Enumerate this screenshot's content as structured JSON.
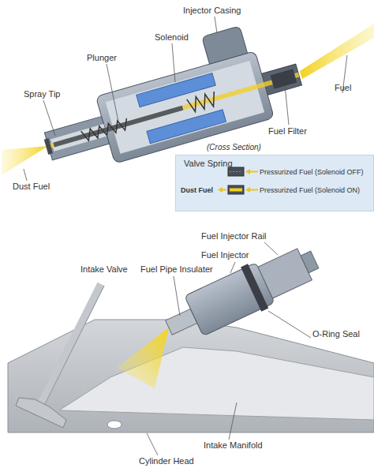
{
  "diagram": {
    "nodes": [
      {
        "text": [
          "Valve Spring",
          "Pressurized Fuel (Solenoid OFF)",
          "Dust Fuel",
          "Pressurized Fuel (Solenoid ON)"
        ]
      }
    ],
    "labels": [
      "Injector Casing",
      "Solenoid",
      "Plunger",
      "Spray Tip",
      "Fuel",
      "Fuel Filter",
      "(Cross Section)",
      "Dust Fuel",
      "Fuel Injector Rail",
      "Fuel Injector",
      "Intake Valve",
      "Fuel Pipe Insulater",
      "O-Ring Seal",
      "Intake Manifold",
      "Cylinder Head"
    ]
  }
}
